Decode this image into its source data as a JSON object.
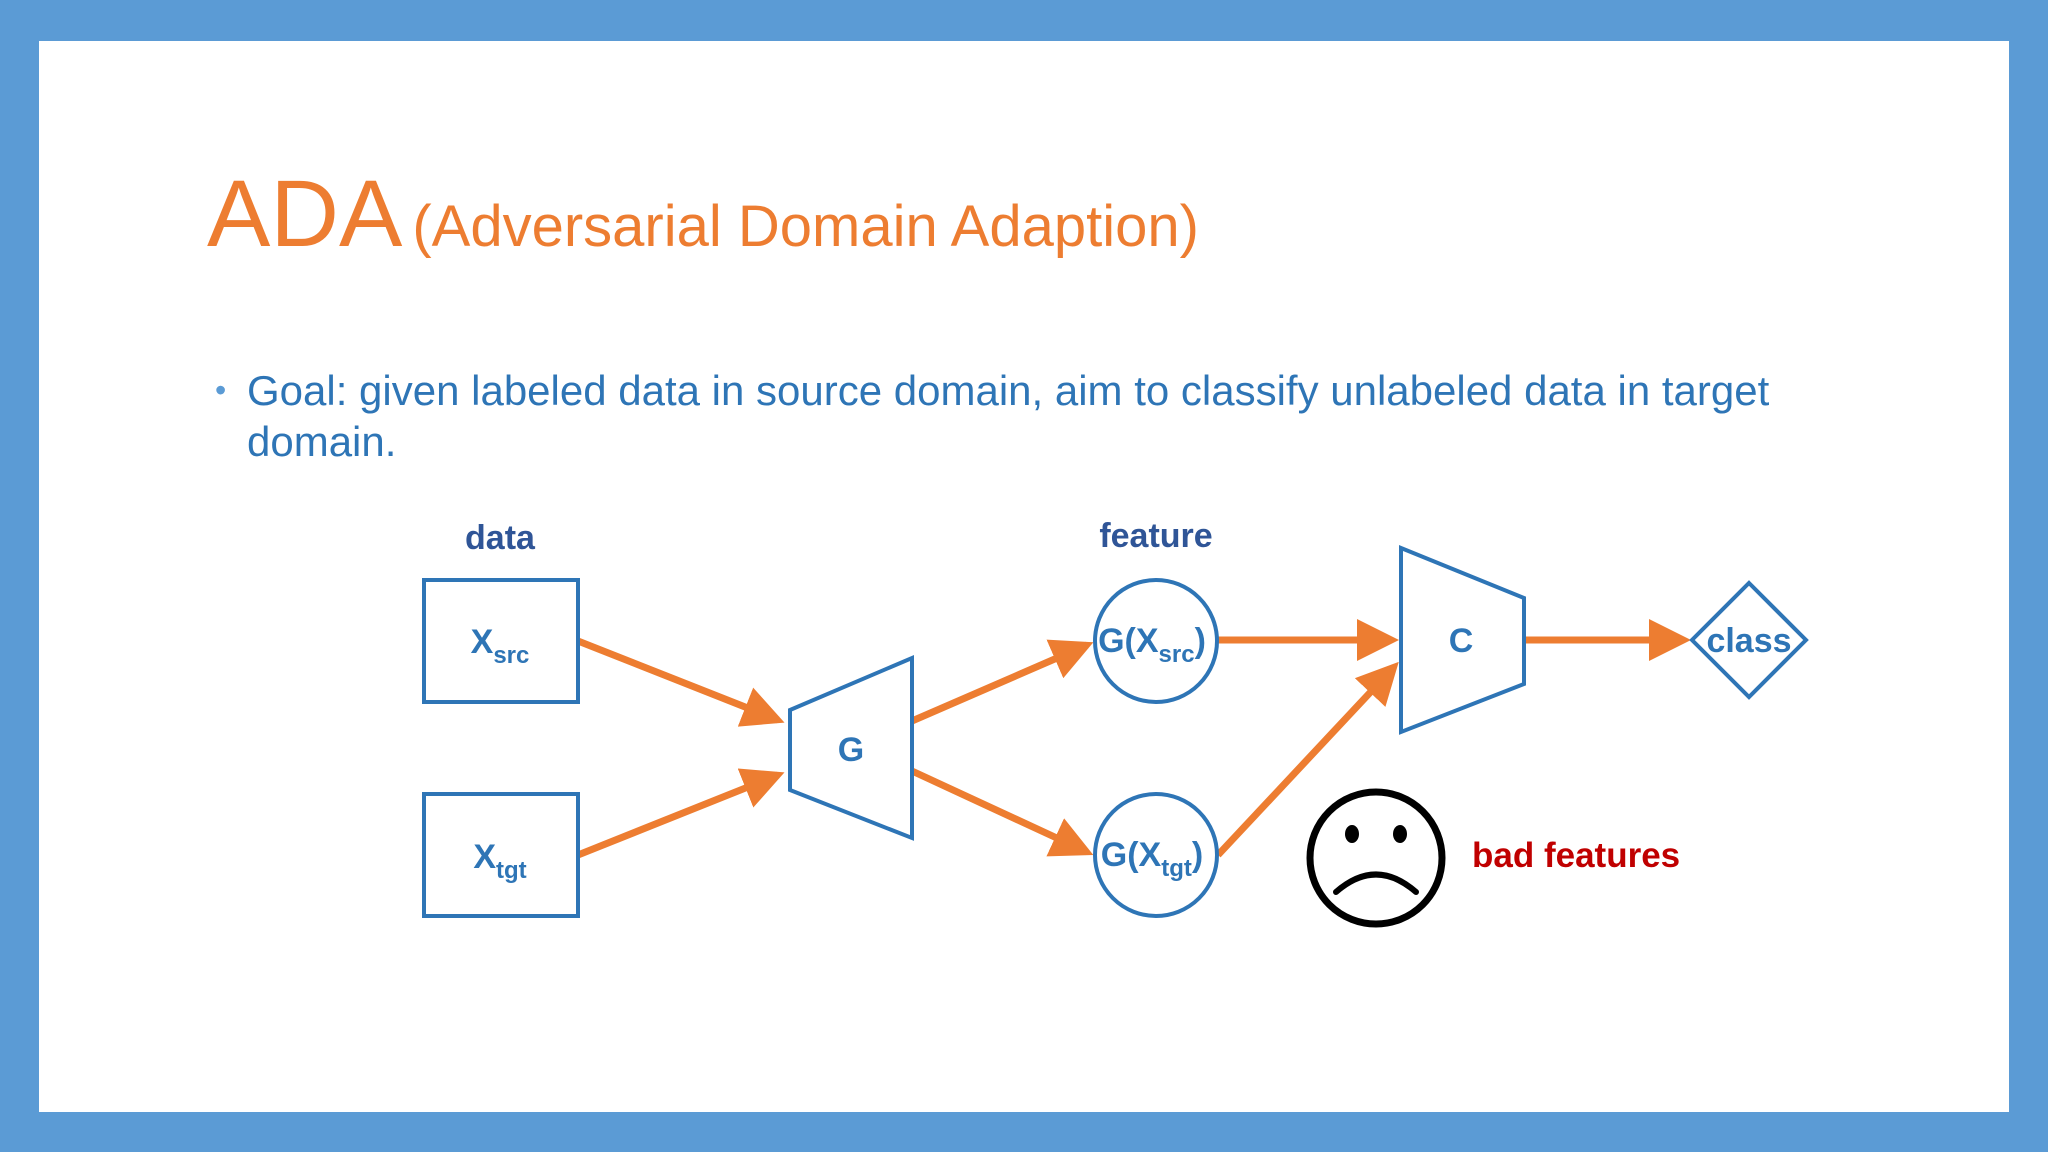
{
  "title": {
    "main": "ADA",
    "sub": "(Adversarial Domain Adaption)"
  },
  "bullet": {
    "text": "Goal: given labeled data in source domain, aim to classify unlabeled data in target domain."
  },
  "diagram": {
    "data_label": "data",
    "feature_label": "feature",
    "x_src": {
      "base": "X",
      "sub": "src"
    },
    "x_tgt": {
      "base": "X",
      "sub": "tgt"
    },
    "g_label": "G",
    "g_src": {
      "prefix": "G(X",
      "sub": "src",
      "suffix": ")"
    },
    "g_tgt": {
      "prefix": "G(X",
      "sub": "tgt",
      "suffix": ")"
    },
    "c_label": "C",
    "class_label": "class",
    "bad_features": "bad features",
    "sad_face_icon": "sad-face-icon"
  },
  "colors": {
    "border": "#5b9bd5",
    "shape_stroke": "#2e75b6",
    "arrow": "#ed7d31",
    "title": "#ed7d31",
    "label_dark": "#2f5597",
    "warning": "#c00000"
  }
}
